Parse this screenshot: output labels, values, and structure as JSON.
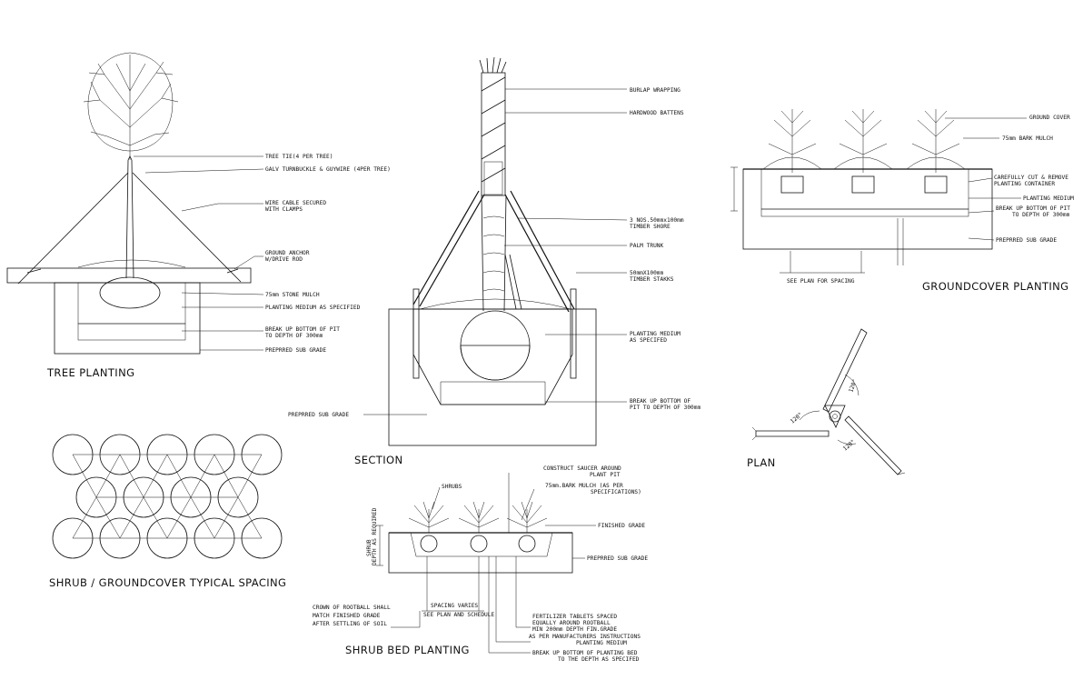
{
  "titles": {
    "tree_planting": "TREE PLANTING",
    "section": "SECTION",
    "groundcover_planting": "GROUNDCOVER PLANTING",
    "plan": "PLAN",
    "shrub_spacing": "SHRUB / GROUNDCOVER TYPICAL SPACING",
    "shrub_bed": "SHRUB BED PLANTING"
  },
  "tree": {
    "tie": "TREE TIE(4 PER TREE)",
    "galv": "GALV TURNBUCKLE & GUYWIRE (4PER TREE)",
    "wire1": "WIRE CABLE SECURED",
    "wire2": "WITH CLAMPS",
    "anchor1": "GROUND ANCHOR",
    "anchor2": "W/DRIVE ROD",
    "mulch": "75mm STONE MULCH",
    "medium": "PLANTING MEDIUM AS SPECIFIED",
    "break1": "BREAK UP BOTTOM OF PIT",
    "break2": "TO DEPTH OF 300mm",
    "subgrade": "PREPRRED SUB GRADE"
  },
  "palm": {
    "burlap": "BURLAP WRAPPING",
    "battens": "HARDWOOD BATTENS",
    "shore1": "3 NOS.50mmx100mm",
    "shore2": "TIMBER SHORE",
    "trunk": "PALM TRUNK",
    "stakes1": "50mmX100mm",
    "stakes2": "TIMBER STAKKS",
    "medium1": "PLANTING MEDIUM",
    "medium2": "AS SPECIFED",
    "break1": "BREAK UP BOTTOM OF",
    "break2": "PIT TO DEPTH OF 300mm",
    "subgrade": "PREPRRED SUB GRADE"
  },
  "groundcover": {
    "cover": "GROUND COVER",
    "mulch": "75mm BARK MULCH",
    "remove1": "CAREFULLY CUT & REMOVE",
    "remove2": "PLANTING CONTAINER",
    "medium": "PLANTING MEDIUM",
    "break1": "BREAK UP BOTTOM OF PIT",
    "break2": "TO DEPTH OF 300mm",
    "subgrade": "PREPRRED SUB GRADE",
    "spacing": "SEE PLAN FOR SPACING"
  },
  "plan": {
    "angle1": "120°",
    "angle2": "120°",
    "angle3": "120°"
  },
  "shrub": {
    "shrubs": "SHRUBS",
    "saucer1": "CONSTRUCT SAUCER AROUND",
    "saucer2": "PLANT PIT",
    "mulch1": "75mm.BARK MULCH (AS PER",
    "mulch2": "SPECIFICATIONS)",
    "finished": "FINISHED GRADE",
    "subgrade": "PREPRRED SUB GRADE",
    "depth1": "SHRUB",
    "depth2": "DEPTH AS REQUIRED",
    "crown1": "CROWN OF ROOTBALL SHALL",
    "crown2": "MATCH FINISHED GRADE",
    "crown3": "AFTER SETTLING OF SOIL",
    "spacing1": "SPACING VARIES",
    "spacing2": "SEE PLAN AND SCHEDULE",
    "fert1": "FERTILIZER TABLETS SPACED",
    "fert2": "EQUALLY AROUND ROOTBALL",
    "fert3": "MIN 200mm DEPTH FIN.GRADE",
    "fert4": "AS PER MANUFACTURERS INSTRUCTIONS",
    "medium": "PLANTING MEDIUM",
    "break1": "BREAK UP BOTTOM OF PLANTING BED",
    "break2": "TO THE DEPTH AS SPECIFED"
  }
}
